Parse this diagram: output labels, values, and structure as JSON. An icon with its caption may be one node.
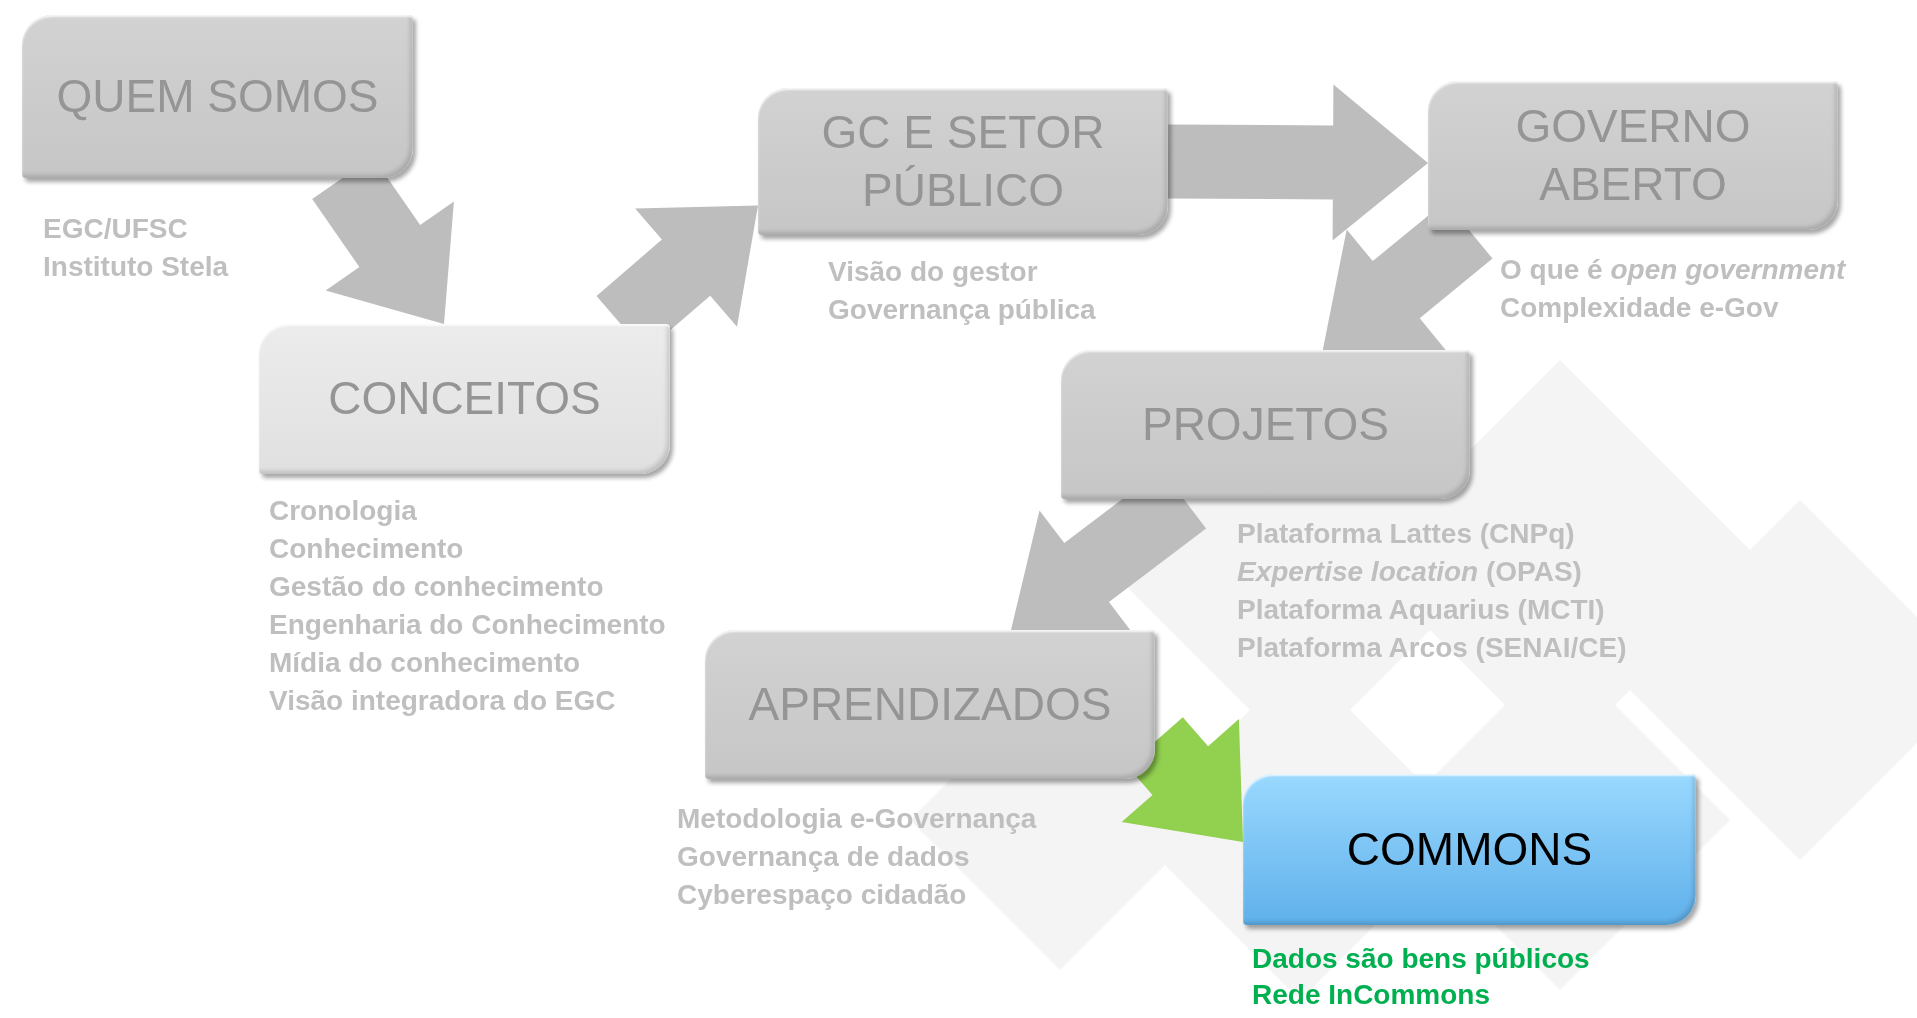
{
  "diagram": {
    "nodes": [
      {
        "text": [
          "QUEM SOMOS"
        ],
        "beside": [
          "EGC/UFSC",
          "Instituto Stela"
        ]
      },
      {
        "text": [
          "CONCEITOS"
        ],
        "beside": [
          "Cronologia",
          "Conhecimento",
          "Gestão do conhecimento",
          "Engenharia do Conhecimento",
          "Mídia do conhecimento",
          "Visão integradora do EGC"
        ]
      },
      {
        "text": [
          "GC E SETOR PÚBLICO"
        ],
        "beside": [
          "Visão do gestor",
          "Governança pública"
        ]
      },
      {
        "text": [
          "GOVERNO ABERTO"
        ],
        "beside": [
          "O que é *open government*",
          "Complexidade e-Gov"
        ]
      },
      {
        "text": [
          "PROJETOS"
        ],
        "beside": [
          "Plataforma Lattes (CNPq)",
          "*Expertise location* (OPAS)",
          "Plataforma Aquarius (MCTI)",
          "Plataforma Arcos (SENAI/CE)"
        ]
      },
      {
        "text": [
          "APRENDIZADOS"
        ],
        "beside": [
          "Metodologia e-Governança",
          "Governança de dados",
          "Cyberespaço cidadão"
        ]
      },
      {
        "text": [
          "COMMONS"
        ],
        "beside": [
          "Dados são bens públicos",
          "Rede InCommons"
        ]
      }
    ],
    "edges": [
      {
        "from": 0,
        "to": 1,
        "arrow": "to"
      },
      {
        "from": 1,
        "to": 2,
        "arrow": "to"
      },
      {
        "from": 2,
        "to": 3,
        "arrow": "to"
      },
      {
        "from": 3,
        "to": 4,
        "arrow": "to"
      },
      {
        "from": 4,
        "to": 5,
        "arrow": "to"
      },
      {
        "from": 5,
        "to": 6,
        "arrow": "to",
        "color": "#92d050"
      }
    ]
  }
}
